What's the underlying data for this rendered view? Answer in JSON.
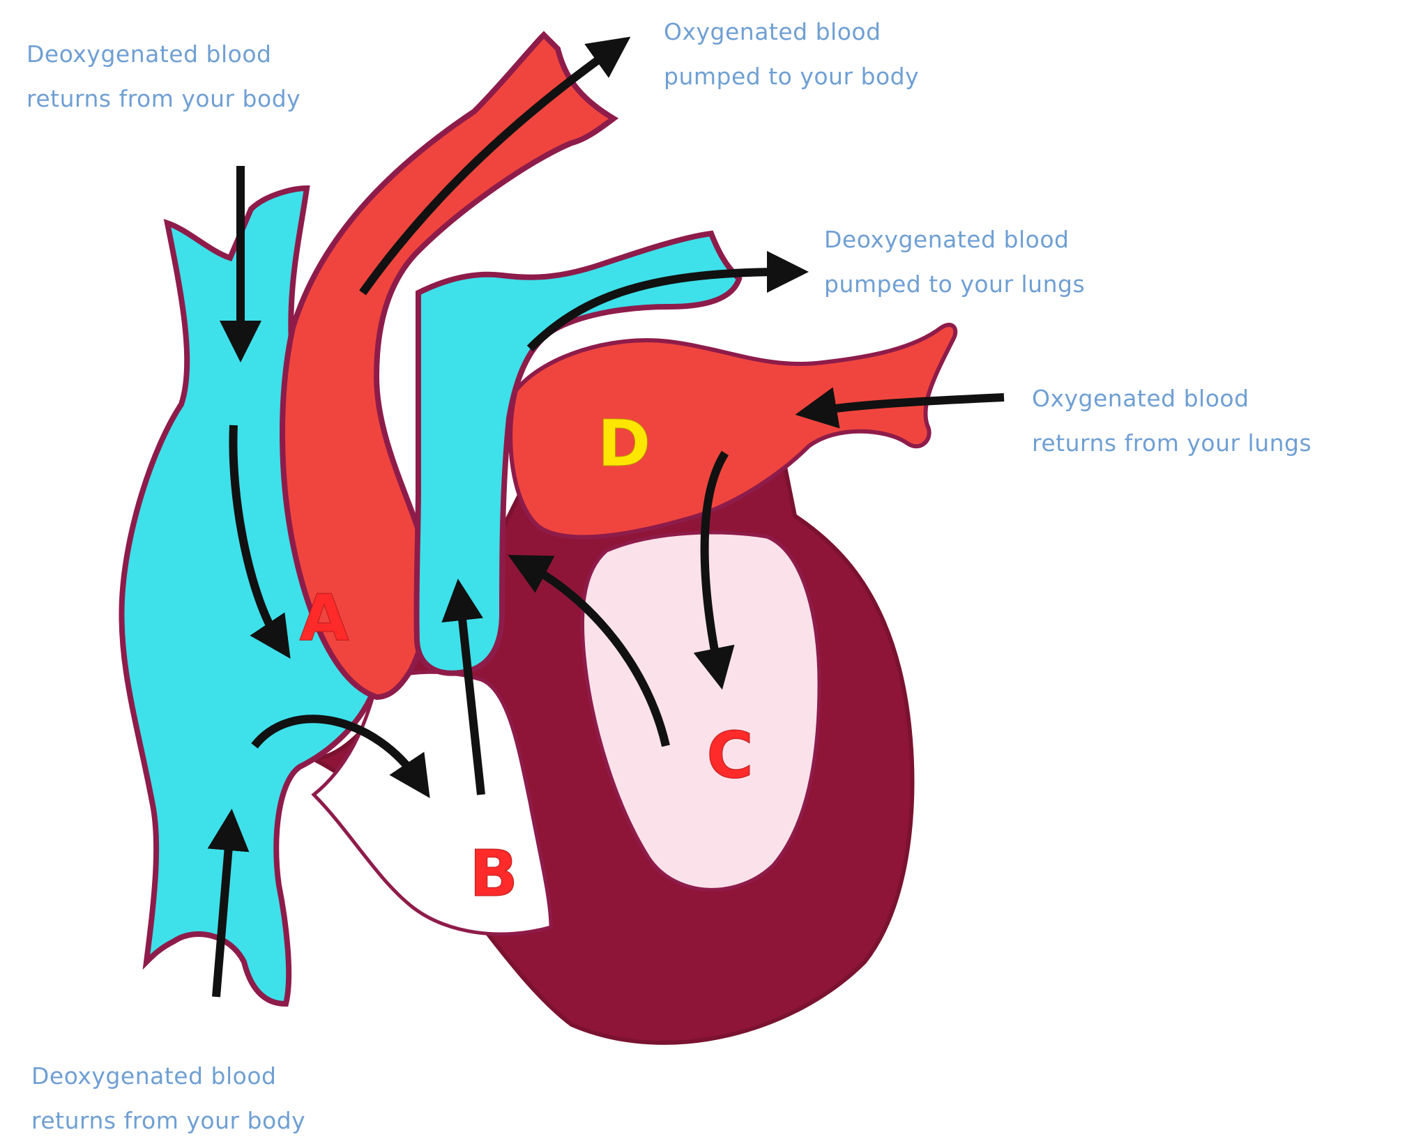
{
  "captions": {
    "body_top": {
      "line1": "Deoxygenated blood",
      "line2": "returns from your body"
    },
    "body_bottom": {
      "line1": "Deoxygenated blood",
      "line2": "returns from your body"
    },
    "aorta_out": {
      "line1": "Oxygenated blood",
      "line2": "pumped to your body"
    },
    "pulmonary_out": {
      "line1": "Deoxygenated blood",
      "line2": "pumped to your lungs"
    },
    "lungs_in": {
      "line1": "Oxygenated blood",
      "line2": "returns from your lungs"
    }
  },
  "chambers": {
    "a": "A",
    "b": "B",
    "c": "C",
    "d": "D"
  },
  "colors": {
    "deoxygenated": "#3ee0ea",
    "oxygenated": "#f0453e",
    "muscle": "#8f1538",
    "outline": "#8e1c4a",
    "left_ventricle": "#fbe1ea",
    "caption_text": "#6f9fd3",
    "label_red": "#ff2a2a",
    "label_yellow": "#ffe600",
    "arrow": "#111111"
  }
}
